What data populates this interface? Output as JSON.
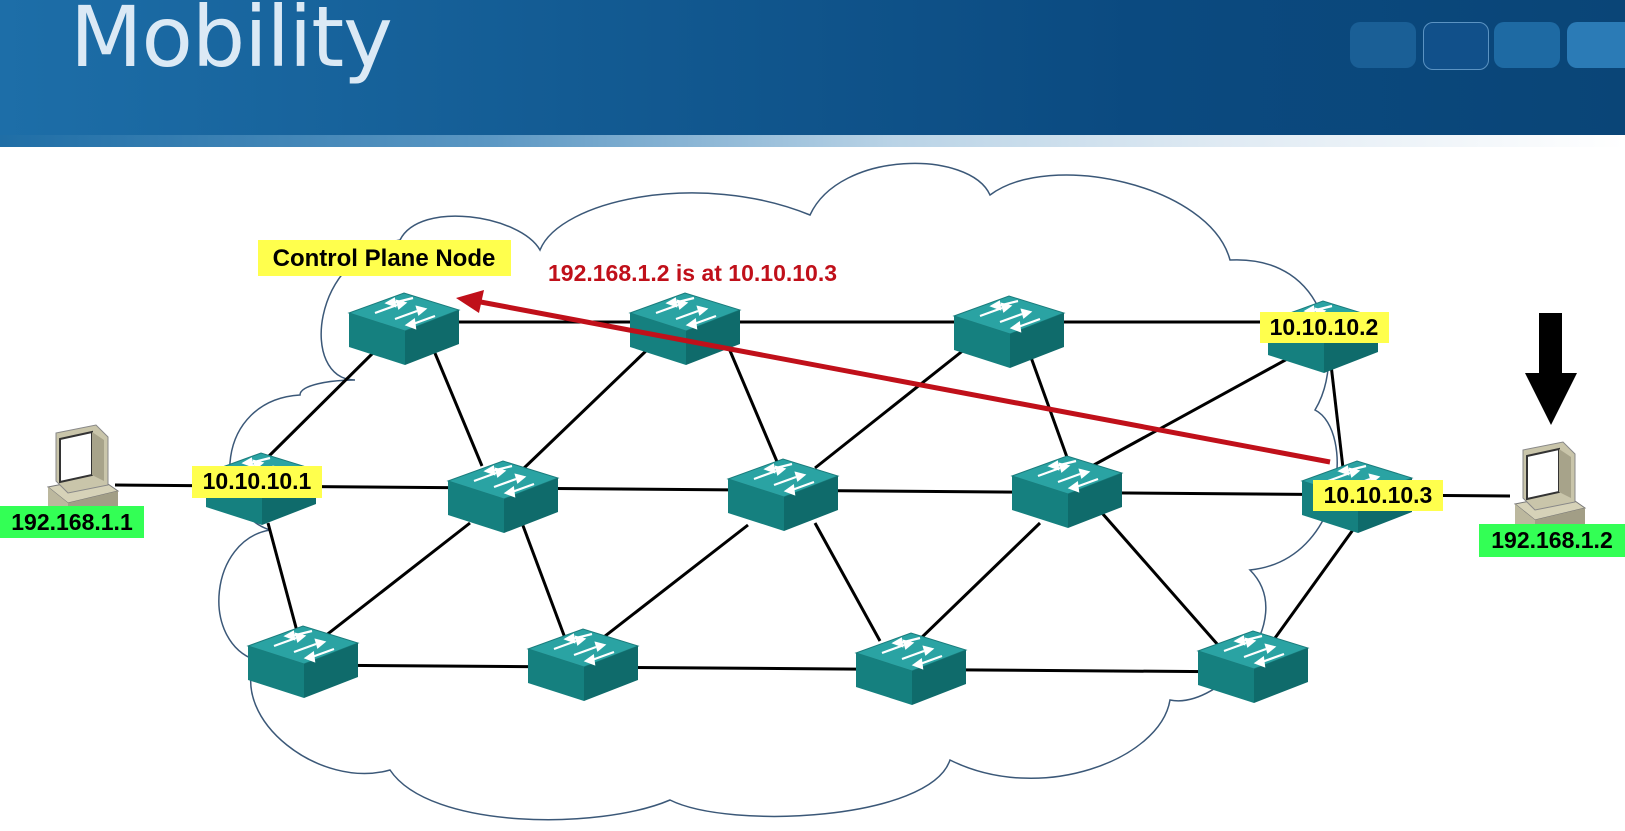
{
  "slide": {
    "title": "Mobility"
  },
  "labels": {
    "control_plane": "Control Plane Node",
    "message": "192.168.1.2 is at 10.10.10.3",
    "host_left_ip": "192.168.1.1",
    "host_right_ip": "192.168.1.2",
    "node_a": "10.10.10.1",
    "node_b": "10.10.10.2",
    "node_c": "10.10.10.3"
  },
  "colors": {
    "header": "#0b4a80",
    "switch": "#1c8a8a",
    "highlight_yellow": "#ffff4d",
    "highlight_green": "#33ff55",
    "message_red": "#c0101a",
    "cloud_outline": "#3b5878"
  },
  "icons": [
    "switch-icon",
    "desktop-computer-icon",
    "cloud-outline",
    "down-arrow-icon"
  ]
}
